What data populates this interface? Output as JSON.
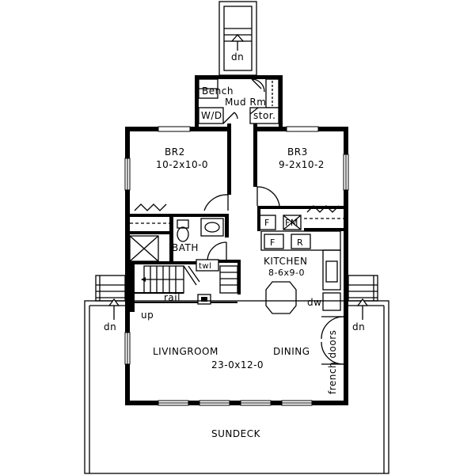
{
  "labels": {
    "dn_top": "dn",
    "bench": "Bench",
    "mud_rm": "Mud Rm",
    "wd": "W/D",
    "stor": "stor.",
    "br2": "BR2",
    "br2_dim": "10-2x10-0",
    "br3": "BR3",
    "br3_dim": "9-2x10-2",
    "f1": "F",
    "fm": "FM",
    "bath": "BATH",
    "f2": "F",
    "r": "R",
    "kitchen": "KITCHEN",
    "kitchen_dim": "8-6x9-0",
    "twl": "twl",
    "rail": "rail",
    "up": "up",
    "dn_left": "dn",
    "dn_right": "dn",
    "dw": "dw",
    "french_doors": "french doors",
    "livingroom": "LIVINGROOM",
    "livingroom_dim": "23-0x12-0",
    "dining": "DINING",
    "sundeck": "SUNDECK"
  }
}
